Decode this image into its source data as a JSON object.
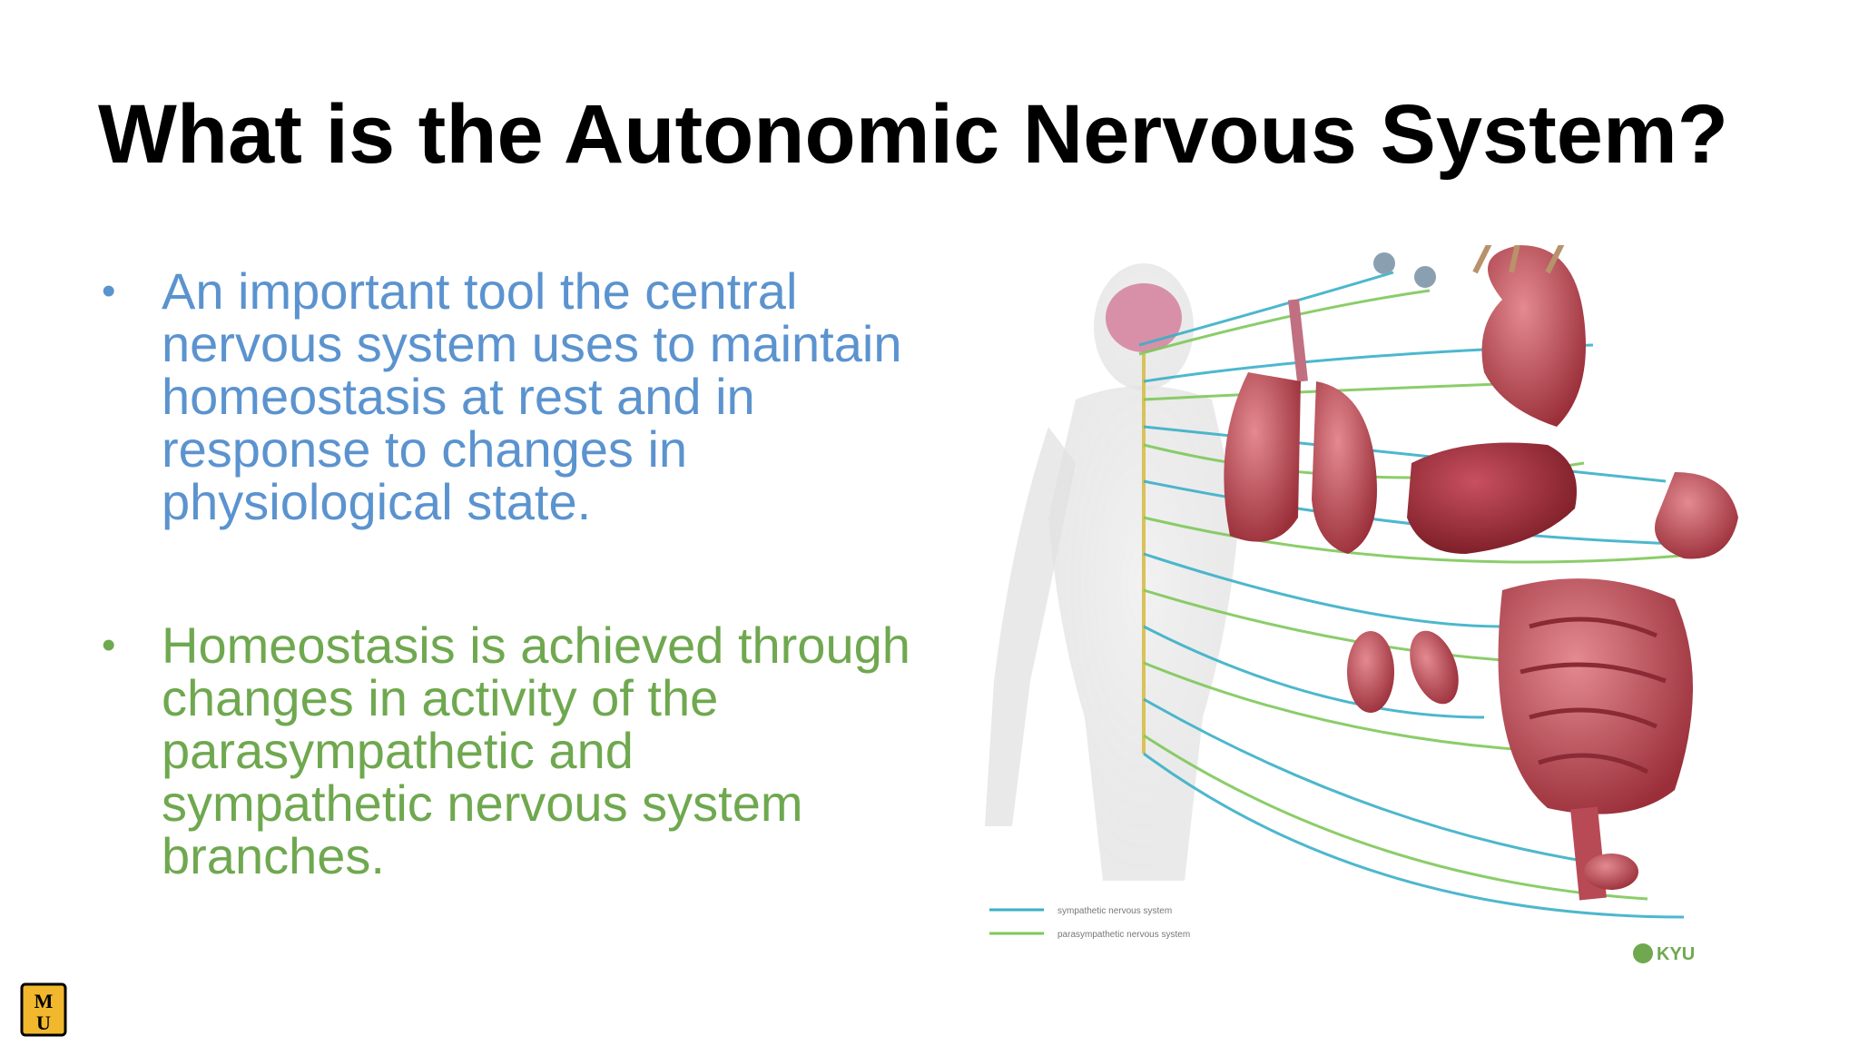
{
  "slide": {
    "title": "What is the Autonomic Nervous System?",
    "bullets": [
      {
        "text": "An important tool the central nervous system uses to maintain homeostasis at rest and in response to changes in physiological state.",
        "color": "#5b93cf"
      },
      {
        "text": "Homeostasis is achieved through changes in activity of the parasympathetic and sympathetic nervous system branches.",
        "color": "#6fa84f"
      }
    ],
    "bullet_symbol": "•"
  },
  "illustration": {
    "legend": {
      "sympathetic": "sympathetic nervous system",
      "parasympathetic": "parasympathetic nervous system"
    },
    "watermark": "KYU",
    "colors": {
      "sympathetic_nerve": "#3ab0c8",
      "parasympathetic_nerve": "#7fc85a",
      "organ": "#b84a55"
    }
  },
  "logo": {
    "text": "MU",
    "color": "#f1b82d"
  }
}
